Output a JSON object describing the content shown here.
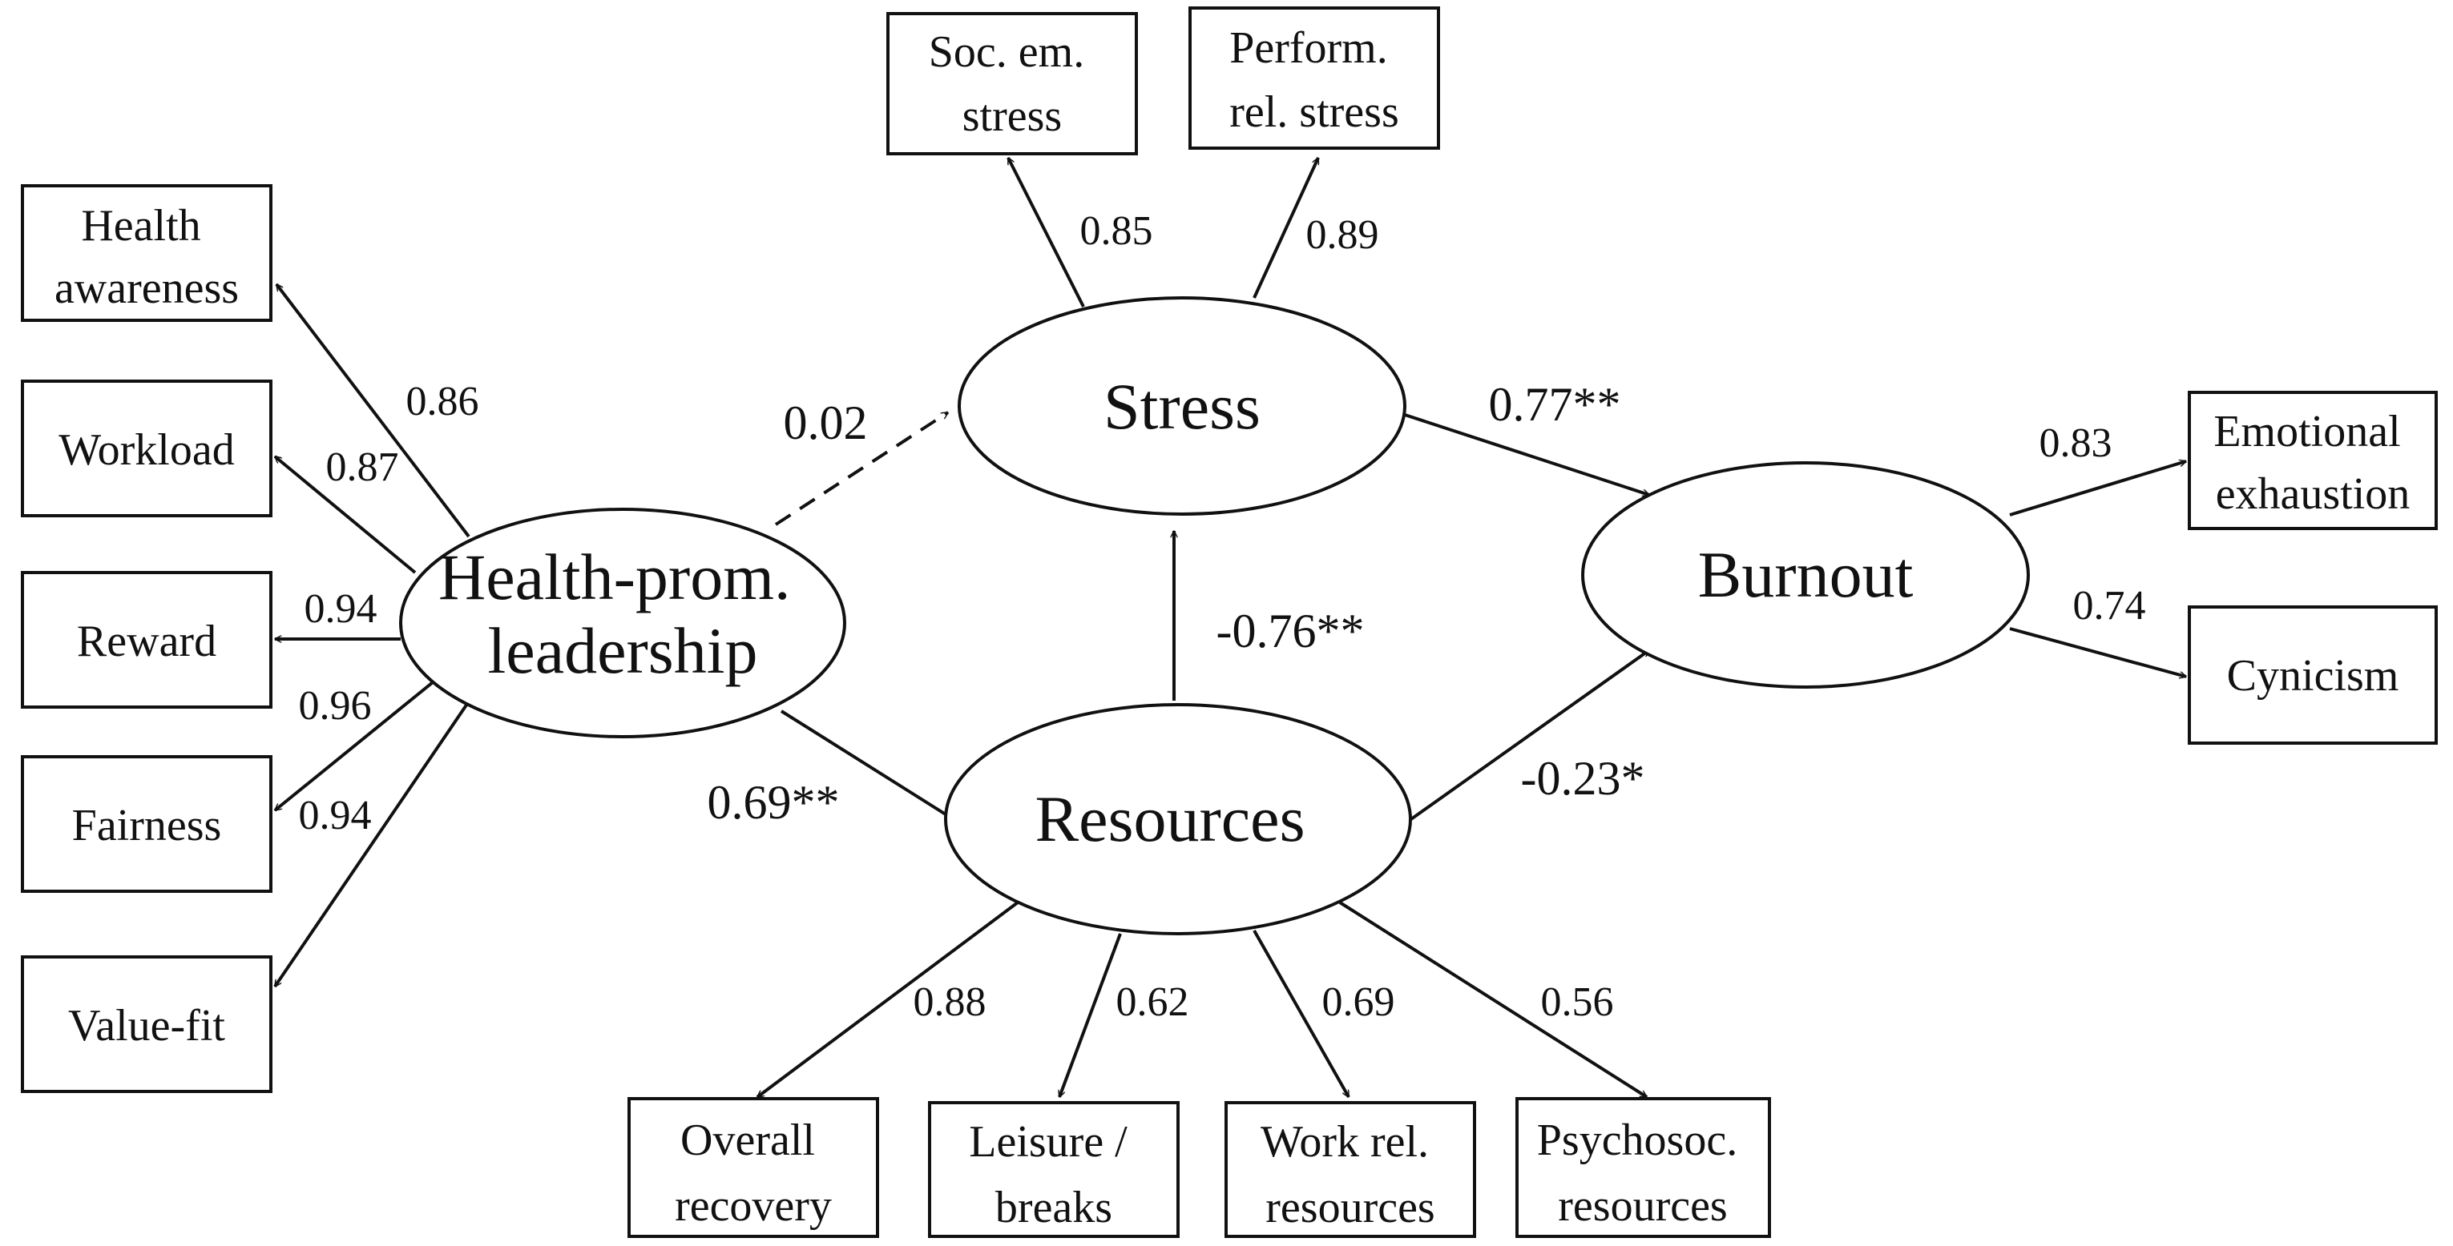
{
  "latents": {
    "hpl": [
      "Health-prom.",
      "leadership"
    ],
    "stress": [
      "Stress"
    ],
    "resources": [
      "Resources"
    ],
    "burnout": [
      "Burnout"
    ]
  },
  "indicators": {
    "health_awareness": [
      "Health",
      "awareness"
    ],
    "workload": [
      "Workload"
    ],
    "reward": [
      "Reward"
    ],
    "fairness": [
      "Fairness"
    ],
    "value_fit": [
      "Value-fit"
    ],
    "soc_em_stress": [
      "Soc. em.",
      "stress"
    ],
    "perform_rel_stress": [
      "Perform.",
      "rel. stress"
    ],
    "emotional_exhaustion": [
      "Emotional",
      "exhaustion"
    ],
    "cynicism": [
      "Cynicism"
    ],
    "overall_recovery": [
      "Overall",
      "recovery"
    ],
    "leisure_breaks": [
      "Leisure /",
      "breaks"
    ],
    "work_rel_resources": [
      "Work rel.",
      "resources"
    ],
    "psychosoc_resources": [
      "Psychosoc.",
      "resources"
    ]
  },
  "loadings": {
    "health_awareness": "0.86",
    "workload": "0.87",
    "reward": "0.94",
    "fairness": "0.96",
    "value_fit": "0.94",
    "soc_em_stress": "0.85",
    "perform_rel_stress": "0.89",
    "emotional_exhaustion": "0.83",
    "cynicism": "0.74",
    "overall_recovery": "0.88",
    "leisure_breaks": "0.62",
    "work_rel_resources": "0.69",
    "psychosoc_resources": "0.56"
  },
  "paths": {
    "hpl_to_stress": "0.02",
    "hpl_to_resources": "0.69**",
    "resources_to_stress": "-0.76**",
    "stress_to_burnout": "0.77**",
    "resources_to_burnout": "-0.23*"
  }
}
